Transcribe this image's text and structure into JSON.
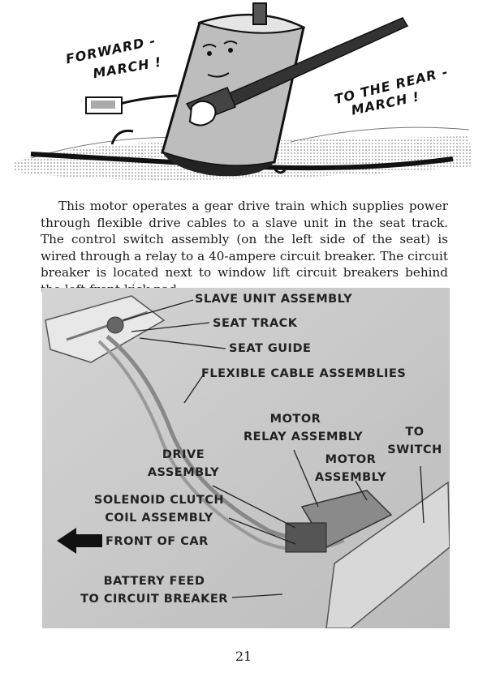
{
  "cartoon": {
    "forward_line1": "FORWARD -",
    "forward_line2": "MARCH !",
    "rear_line1": "TO THE REAR -",
    "rear_line2": "MARCH !"
  },
  "body_text": "This motor operates a gear drive train which supplies power through flexible drive cables to a slave unit in the seat track. The control switch assembly (on the left side of the seat) is wired through a relay to a 40-ampere circuit breaker. The circuit breaker is located next to window lift circuit breakers behind the left front kick pad.",
  "photo_labels": {
    "slave_unit": "SLAVE UNIT ASSEMBLY",
    "seat_track": "SEAT TRACK",
    "seat_guide": "SEAT GUIDE",
    "flexible_cable": "FLEXIBLE CABLE ASSEMBLIES",
    "motor_relay_1": "MOTOR",
    "motor_relay_2": "RELAY ASSEMBLY",
    "to_switch_1": "TO",
    "to_switch_2": "SWITCH",
    "drive_1": "DRIVE",
    "drive_2": "ASSEMBLY",
    "motor_assembly_1": "MOTOR",
    "motor_assembly_2": "ASSEMBLY",
    "solenoid_1": "SOLENOID CLUTCH",
    "solenoid_2": "COIL ASSEMBLY",
    "front_of_car": "FRONT OF CAR",
    "battery_1": "BATTERY FEED",
    "battery_2": "TO CIRCUIT BREAKER"
  },
  "page_number": "21"
}
